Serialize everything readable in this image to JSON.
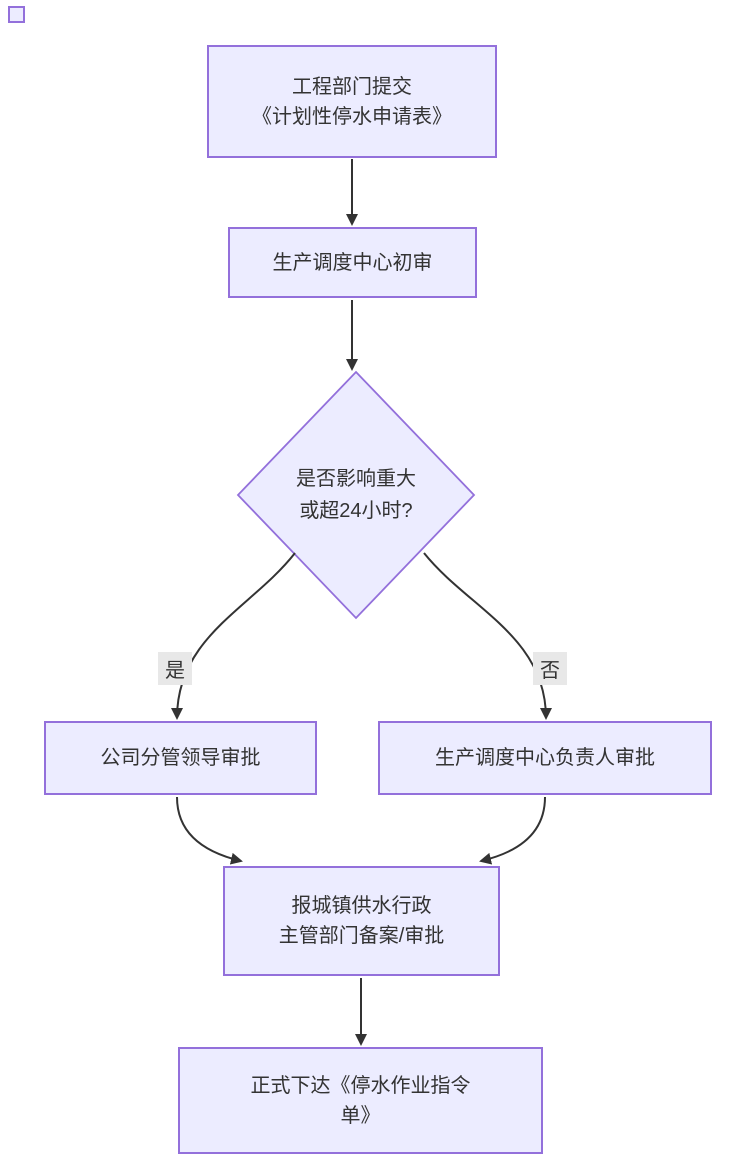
{
  "diagram": {
    "type": "flowchart",
    "colors": {
      "node_fill": "#ECECFF",
      "node_border": "#9370DB",
      "edge_line": "#333333",
      "text": "#333333",
      "edge_label_bg": "#e8e8e8",
      "background": "#ffffff"
    },
    "nodes": {
      "submit": {
        "line1": "工程部门提交",
        "line2": "《计划性停水申请表》"
      },
      "review": {
        "label": "生产调度中心初审"
      },
      "decision": {
        "line1": "是否影响重大",
        "line2": "或超24小时?"
      },
      "leader": {
        "label": "公司分管领导审批"
      },
      "head": {
        "label": "生产调度中心负责人审批"
      },
      "filing": {
        "line1": "报城镇供水行政",
        "line2": "主管部门备案/审批"
      },
      "order": {
        "line1": "正式下达《停水作业指令",
        "line2": "单》"
      }
    },
    "edge_labels": {
      "yes": "是",
      "no": "否"
    }
  }
}
